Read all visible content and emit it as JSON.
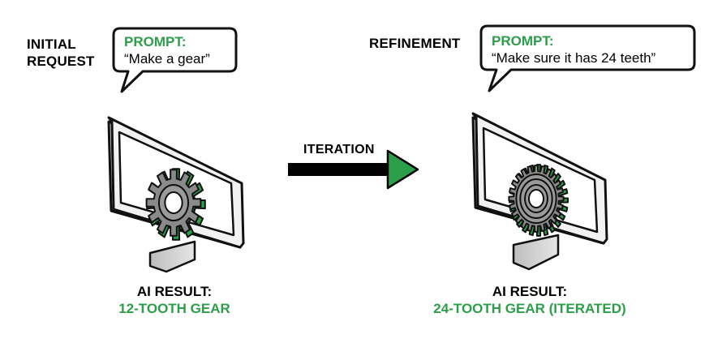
{
  "left": {
    "heading_line1": "INITIAL",
    "heading_line2": "REQUEST",
    "prompt_label": "PROMPT:",
    "prompt_text": "“Make a gear”",
    "result_label": "AI RESULT:",
    "result_value": "12-TOOTH GEAR"
  },
  "arrow": {
    "label": "ITERATION"
  },
  "right": {
    "heading": "REFINEMENT",
    "prompt_label": "PROMPT:",
    "prompt_text": "“Make sure it has 24 teeth”",
    "result_label": "AI RESULT:",
    "result_value": "24-TOOTH GEAR (ITERATED)"
  },
  "colors": {
    "accent_green": "#2c9e4a",
    "gear_gray": "#8a8a8a",
    "outline": "#111111"
  },
  "gears": {
    "left_teeth": 12,
    "right_teeth": 24
  }
}
